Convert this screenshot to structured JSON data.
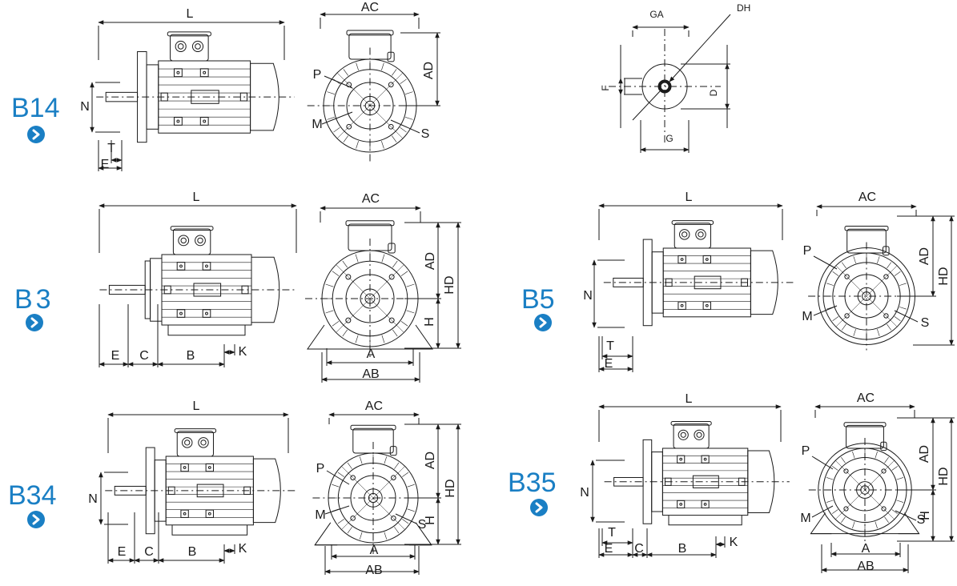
{
  "mounts": {
    "b14": {
      "label": "B14",
      "dims": {
        "length": "L",
        "ac": "AC",
        "ad": "AD",
        "n": "N",
        "t": "T",
        "e": "E",
        "p": "P",
        "m": "M",
        "s": "S"
      }
    },
    "b3": {
      "label": "B3",
      "dims": {
        "length": "L",
        "ac": "AC",
        "ad": "AD",
        "hd": "HD",
        "h": "H",
        "e": "E",
        "c": "C",
        "b": "B",
        "k": "K",
        "a": "A",
        "ab": "AB"
      }
    },
    "b5": {
      "label": "B5",
      "dims": {
        "length": "L",
        "ac": "AC",
        "ad": "AD",
        "hd": "HD",
        "n": "N",
        "t": "T",
        "e": "E",
        "p": "P",
        "m": "M",
        "s": "S"
      }
    },
    "b34": {
      "label": "B34",
      "dims": {
        "length": "L",
        "ac": "AC",
        "ad": "AD",
        "hd": "HD",
        "h": "H",
        "n": "N",
        "e": "E",
        "c": "C",
        "b": "B",
        "k": "K",
        "p": "P",
        "m": "M",
        "s": "S",
        "a": "A",
        "ab": "AB"
      }
    },
    "b35": {
      "label": "B35",
      "dims": {
        "length": "L",
        "ac": "AC",
        "ad": "AD",
        "hd": "HD",
        "h": "H",
        "n": "N",
        "t": "T",
        "e": "E",
        "c": "C",
        "b": "B",
        "k": "K",
        "p": "P",
        "m": "M",
        "s": "S",
        "a": "A",
        "ab": "AB"
      }
    }
  },
  "shaft": {
    "ga": "GA",
    "dh": "DH",
    "f": "F",
    "d": "D",
    "g": "G"
  },
  "colors": {
    "accent": "#1a7fc4",
    "line": "#1a1a1a"
  },
  "icons": {
    "arrow": "chevron-right-circle-icon"
  }
}
